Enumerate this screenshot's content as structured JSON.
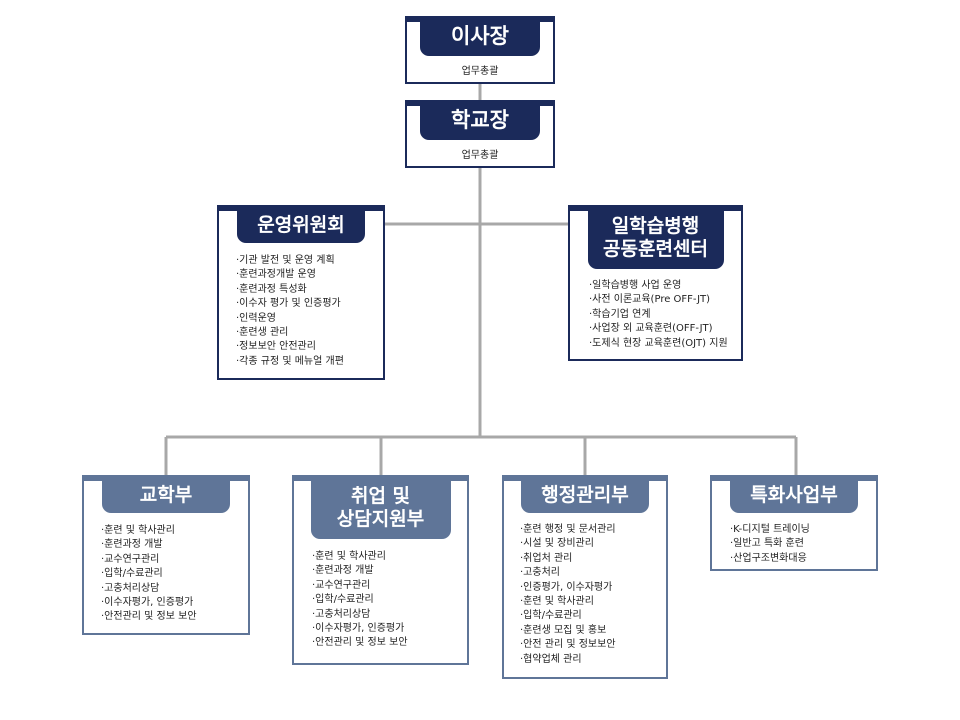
{
  "chairman": {
    "title": "이사장",
    "desc": "업무총괄"
  },
  "principal": {
    "title": "학교장",
    "desc": "업무총괄"
  },
  "committee": {
    "title": "운영위원회",
    "items": [
      "·기관 발전 및 운영 계획",
      "·훈련과정개발 운영",
      "·훈련과정 특성화",
      "·이수자 평가 및 인증평가",
      "·인력운영",
      "·훈련생 관리",
      "·정보보안 안전관리",
      "·각종 규정 및 메뉴얼 개편"
    ]
  },
  "center": {
    "title_line1": "일학습병행",
    "title_line2": "공동훈련센터",
    "items": [
      "·일학습병행 사업 운영",
      "·사전 이론교육(Pre OFF-JT)",
      "·학습기업 연계",
      "·사업장 외 교육훈련(OFF-JT)",
      "·도제식 현장 교육훈련(OJT) 지원"
    ]
  },
  "departments": [
    {
      "title_line1": "교학부",
      "title_line2": "",
      "items": [
        "·훈련 및 학사관리",
        "·훈련과정 개발",
        "·교수연구관리",
        "·입학/수료관리",
        "·고충처리상담",
        "·이수자평가, 인증평가",
        "·안전관리 및 정보 보안"
      ]
    },
    {
      "title_line1": "취업 및",
      "title_line2": "상담지원부",
      "items": [
        "·훈련 및 학사관리",
        "·훈련과정 개발",
        "·교수연구관리",
        "·입학/수료관리",
        "·고충처리상담",
        "·이수자평가, 인증평가",
        "·안전관리 및 정보 보안"
      ]
    },
    {
      "title_line1": "행정관리부",
      "title_line2": "",
      "items": [
        "·훈련 행정 및 문서관리",
        "·시설 및 장비관리",
        "·취업처 관리",
        "·고충처리",
        "·인증평가, 이수자평가",
        "·훈련 및 학사관리",
        "·입학/수료관리",
        "·훈련생 모집 및 홍보",
        "·안전 관리 및 정보보안",
        "·협약업체 관리"
      ]
    },
    {
      "title_line1": "특화사업부",
      "title_line2": "",
      "items": [
        "·K-디지털 트레이닝",
        "·일반고 특화 훈련",
        "·산업구조변화대응"
      ]
    }
  ],
  "colors": {
    "navy": "#1b2a5a",
    "steel": "#5f7598",
    "connector": "#a8a8a8"
  }
}
